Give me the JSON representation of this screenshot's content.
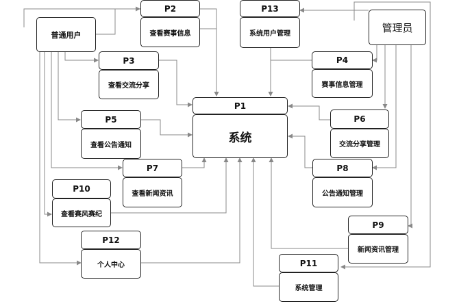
{
  "actors": {
    "user": "普通用户",
    "admin": "管理员"
  },
  "processes": {
    "p1": {
      "id": "P1",
      "name": "系统"
    },
    "p2": {
      "id": "P2",
      "name": "查看赛事信息"
    },
    "p3": {
      "id": "P3",
      "name": "查看交流分享"
    },
    "p4": {
      "id": "P4",
      "name": "赛事信息管理"
    },
    "p5": {
      "id": "P5",
      "name": "查看公告通知"
    },
    "p6": {
      "id": "P6",
      "name": "交流分享管理"
    },
    "p7": {
      "id": "P7",
      "name": "查看新闻资讯"
    },
    "p8": {
      "id": "P8",
      "name": "公告通知管理"
    },
    "p9": {
      "id": "P9",
      "name": "新闻资讯管理"
    },
    "p10": {
      "id": "P10",
      "name": "查看赛风赛纪"
    },
    "p11": {
      "id": "P11",
      "name": "系统管理"
    },
    "p12": {
      "id": "P12",
      "name": "个人中心"
    },
    "p13": {
      "id": "P13",
      "name": "系统用户管理"
    }
  }
}
